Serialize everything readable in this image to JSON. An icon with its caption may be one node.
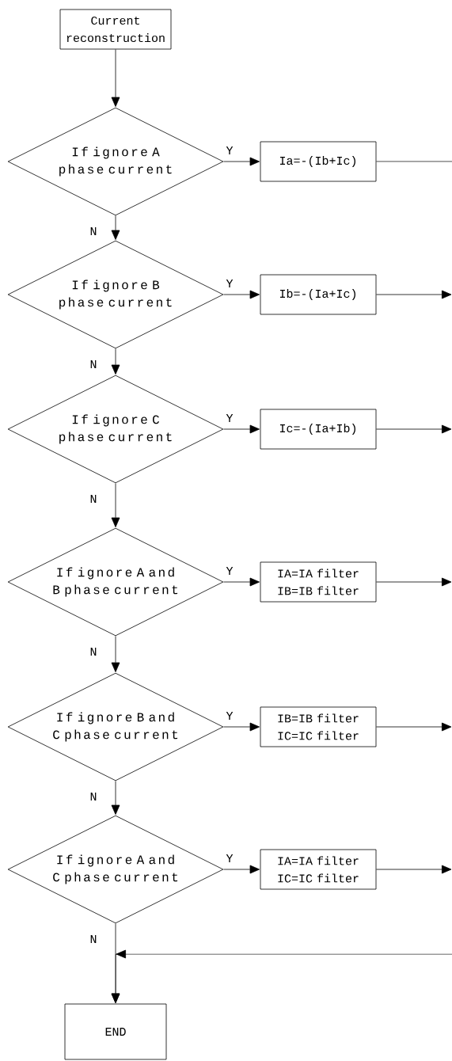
{
  "diagram": {
    "nodes": [
      {
        "text": [
          "Current reconstruction"
        ]
      },
      {
        "text": [
          "If ignore A phase current"
        ]
      },
      {
        "text": [
          "Ia=-(Ib+Ic)"
        ]
      },
      {
        "text": [
          "If ignore B phase current"
        ]
      },
      {
        "text": [
          "Ib=-(Ia+Ic)"
        ]
      },
      {
        "text": [
          "If ignore C phase current"
        ]
      },
      {
        "text": [
          "Ic=-(Ia+Ib)"
        ]
      },
      {
        "text": [
          "If ignore A and B phase current"
        ]
      },
      {
        "text": [
          "IA=IA filter IB=IB filter"
        ]
      },
      {
        "text": [
          "If ignore B and C phase current"
        ]
      },
      {
        "text": [
          "IB=IB filter IC=IC filter"
        ]
      },
      {
        "text": [
          "If ignore A and C phase current"
        ]
      },
      {
        "text": [
          "IA=IA filter IC=IC filter"
        ]
      },
      {
        "text": [
          "END"
        ]
      }
    ],
    "edges": [
      {
        "from": 0,
        "to": 1,
        "arrow": "to"
      },
      {
        "from": 1,
        "to": 2,
        "arrow": "to",
        "label": "Y"
      },
      {
        "from": 1,
        "to": 3,
        "arrow": "to",
        "label": "N"
      },
      {
        "from": 3,
        "to": 4,
        "arrow": "to",
        "label": "Y"
      },
      {
        "from": 3,
        "to": 5,
        "arrow": "to",
        "label": "N"
      },
      {
        "from": 5,
        "to": 6,
        "arrow": "to",
        "label": "Y"
      },
      {
        "from": 5,
        "to": 7,
        "arrow": "to",
        "label": "N"
      },
      {
        "from": 7,
        "to": 8,
        "arrow": "to",
        "label": "Y"
      },
      {
        "from": 7,
        "to": 9,
        "arrow": "to",
        "label": "N"
      },
      {
        "from": 9,
        "to": 10,
        "arrow": "to",
        "label": "Y"
      },
      {
        "from": 9,
        "to": 11,
        "arrow": "to",
        "label": "N"
      },
      {
        "from": 11,
        "to": 12,
        "arrow": "to",
        "label": "Y"
      },
      {
        "from": 11,
        "to": 13,
        "arrow": "to",
        "label": "N"
      },
      {
        "from": 2,
        "to": null,
        "arrow": "none"
      },
      {
        "from": 4,
        "to": null,
        "arrow": "to"
      },
      {
        "from": 6,
        "to": null,
        "arrow": "to"
      },
      {
        "from": 8,
        "to": null,
        "arrow": "to"
      },
      {
        "from": 10,
        "to": null,
        "arrow": "to"
      },
      {
        "from": 12,
        "to": null,
        "arrow": "to"
      },
      {
        "from": null,
        "to": 13,
        "arrow": "to"
      }
    ]
  }
}
